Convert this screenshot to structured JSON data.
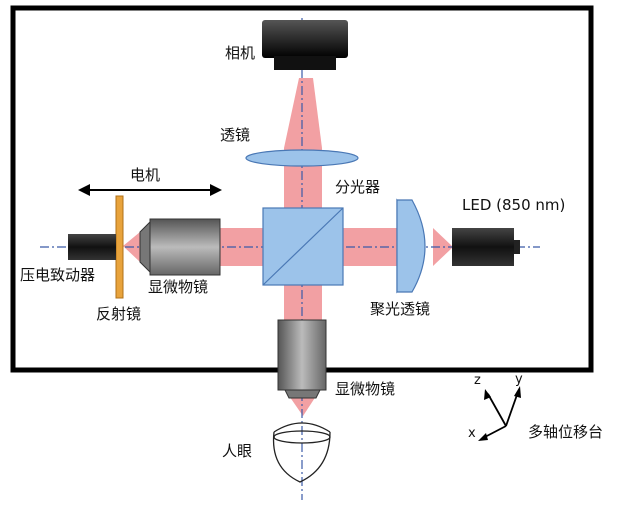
{
  "labels": {
    "camera": "相机",
    "lens": "透镜",
    "motor": "电机",
    "beam_splitter": "分光器",
    "led": "LED (850 nm)",
    "piezo_actuator": "压电致动器",
    "microscope_left": "显微物镜",
    "mirror": "反射镜",
    "condenser_lens": "聚光透镜",
    "microscope_bottom": "显微物镜",
    "human_eye": "人眼",
    "stage": "多轴位移台",
    "axis_z": "z",
    "axis_y": "y",
    "axis_x": "x"
  },
  "colors": {
    "beam": "#f2a0a3",
    "optics": "#9cc3ea",
    "optics_stroke": "#4a78b5",
    "mirror": "#e8a33c",
    "frame": "#000000",
    "axis_dash": "#3b5aa8"
  }
}
